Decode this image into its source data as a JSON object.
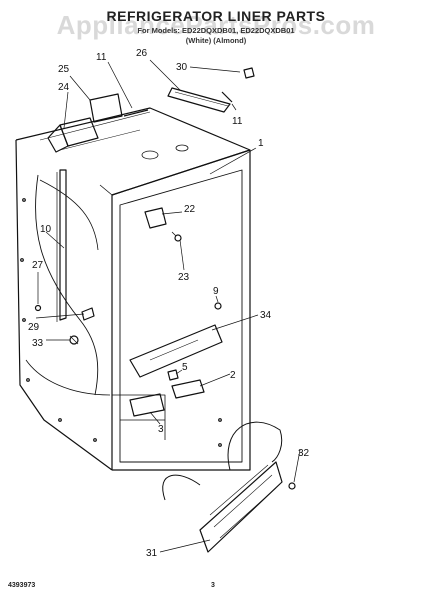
{
  "header": {
    "title": "REFRIGERATOR LINER PARTS",
    "subtitle": "For Models: ED22DQXDB01, ED22DQXDB01",
    "variants": "(White)          (Almond)"
  },
  "watermark": "AppliancePartsPros.com",
  "footer": {
    "part_code": "4393973",
    "page_number": "3"
  },
  "callouts": [
    "25",
    "11",
    "26",
    "30",
    "24",
    "11",
    "1",
    "22",
    "10",
    "23",
    "27",
    "9",
    "34",
    "29",
    "33",
    "5",
    "2",
    "3",
    "32",
    "31"
  ]
}
